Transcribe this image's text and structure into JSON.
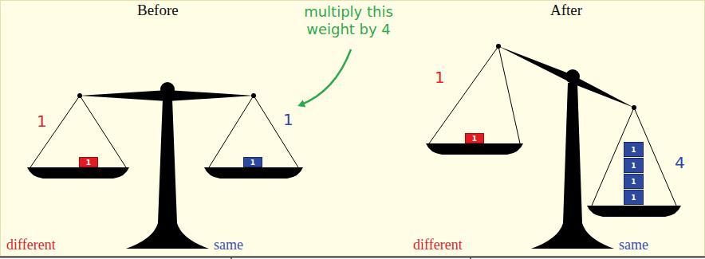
{
  "diagram": {
    "nodes": [
      {
        "text": [
          "1"
        ]
      },
      {
        "text": [
          "1"
        ]
      },
      {
        "text": [
          "1"
        ]
      },
      {
        "text": [
          "1"
        ]
      },
      {
        "text": [
          "1"
        ]
      },
      {
        "text": [
          "1"
        ]
      },
      {
        "text": [
          "1"
        ]
      }
    ],
    "labels": [
      "Before",
      "multiply this weight by 4",
      "1",
      "1",
      "different",
      "same",
      "After",
      "1",
      "4",
      "different",
      "same"
    ]
  }
}
